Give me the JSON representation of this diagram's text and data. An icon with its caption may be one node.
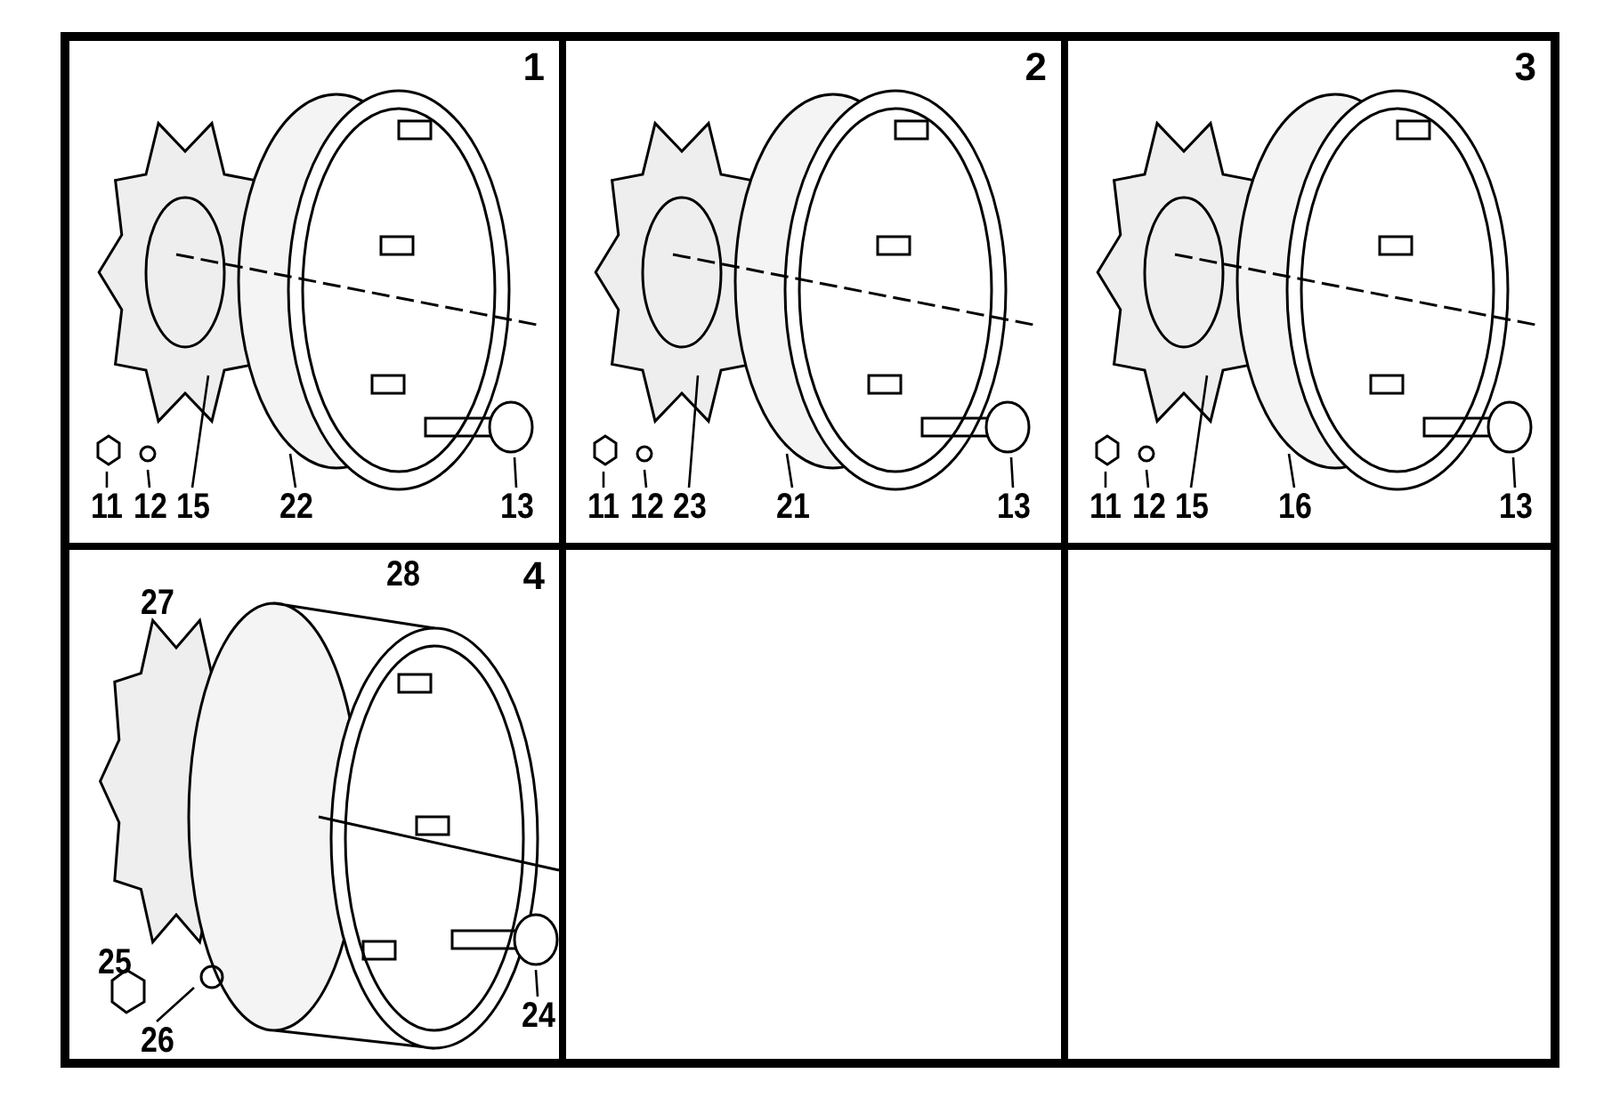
{
  "diagram": {
    "nodes": [
      {
        "text": [
          "1"
        ]
      },
      {
        "text": [
          "11"
        ],
        "in": 0
      },
      {
        "text": [
          "12"
        ],
        "in": 0
      },
      {
        "text": [
          "15"
        ],
        "in": 0
      },
      {
        "text": [
          "22"
        ],
        "in": 0
      },
      {
        "text": [
          "13"
        ],
        "in": 0
      },
      {
        "text": [
          "2"
        ]
      },
      {
        "text": [
          "11"
        ],
        "in": 6
      },
      {
        "text": [
          "12"
        ],
        "in": 6
      },
      {
        "text": [
          "23"
        ],
        "in": 6
      },
      {
        "text": [
          "21"
        ],
        "in": 6
      },
      {
        "text": [
          "13"
        ],
        "in": 6
      },
      {
        "text": [
          "3"
        ]
      },
      {
        "text": [
          "11"
        ],
        "in": 12
      },
      {
        "text": [
          "12"
        ],
        "in": 12
      },
      {
        "text": [
          "15"
        ],
        "in": 12
      },
      {
        "text": [
          "16"
        ],
        "in": 12
      },
      {
        "text": [
          "13"
        ],
        "in": 12
      },
      {
        "text": [
          "4"
        ]
      },
      {
        "text": [
          "26"
        ],
        "in": 18
      },
      {
        "text": [
          "24"
        ],
        "in": 18
      },
      {
        "text": [],
        "shape": "box"
      },
      {
        "text": [],
        "shape": "box"
      }
    ],
    "edges": [
      {
        "from": 1,
        "to": null,
        "arrow": "none"
      },
      {
        "from": 2,
        "to": null,
        "arrow": "none"
      },
      {
        "from": 3,
        "to": null,
        "arrow": "none"
      },
      {
        "from": 4,
        "to": null,
        "arrow": "none"
      },
      {
        "from": 5,
        "to": null,
        "arrow": "none"
      },
      {
        "from": 7,
        "to": null,
        "arrow": "none"
      },
      {
        "from": 8,
        "to": null,
        "arrow": "none"
      },
      {
        "from": 9,
        "to": null,
        "arrow": "none"
      },
      {
        "from": 10,
        "to": null,
        "arrow": "none"
      },
      {
        "from": 11,
        "to": null,
        "arrow": "none"
      },
      {
        "from": 13,
        "to": null,
        "arrow": "none"
      },
      {
        "from": 14,
        "to": null,
        "arrow": "none"
      },
      {
        "from": 15,
        "to": null,
        "arrow": "none"
      },
      {
        "from": 16,
        "to": null,
        "arrow": "none"
      },
      {
        "from": 17,
        "to": null,
        "arrow": "none"
      },
      {
        "from": 19,
        "to": null,
        "arrow": "none"
      },
      {
        "from": 20,
        "to": null,
        "arrow": "none"
      }
    ],
    "labels": [
      "27",
      "28",
      "25"
    ]
  }
}
